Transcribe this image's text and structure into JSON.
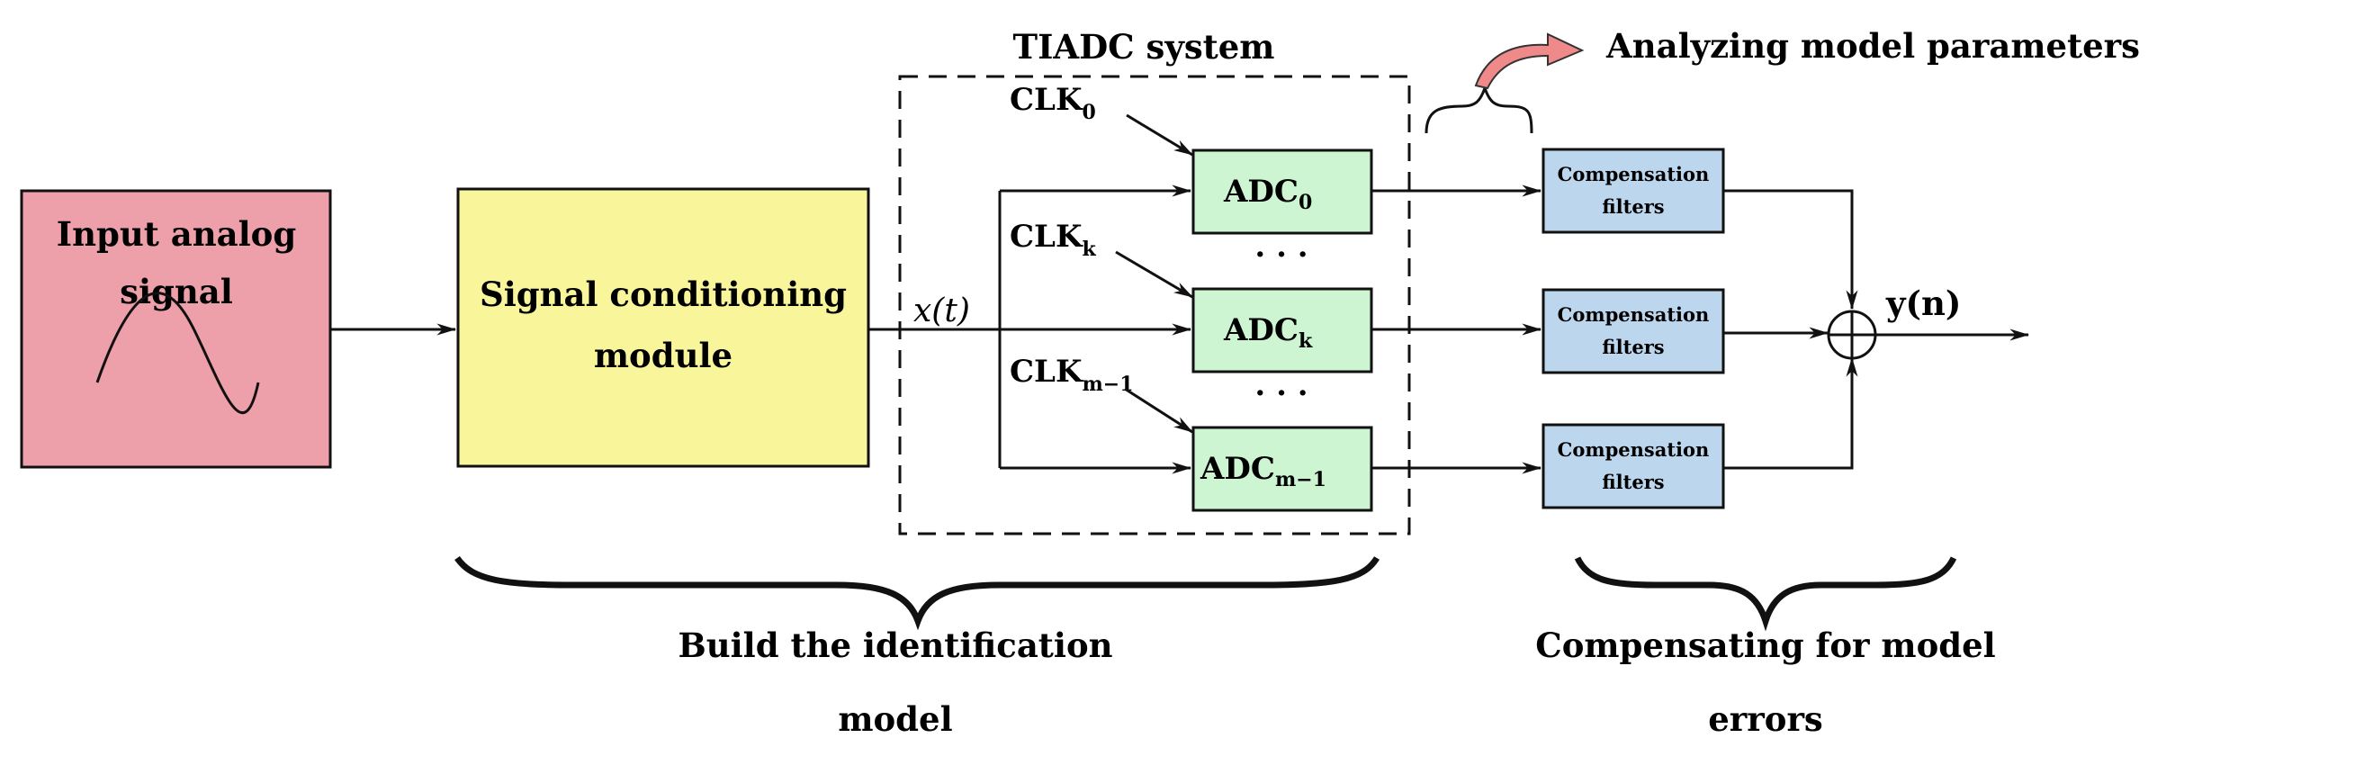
{
  "blocks": {
    "input": {
      "line1": "Input analog",
      "line2": "signal",
      "color": "#eda0aa"
    },
    "conditioning": {
      "line1": "Signal conditioning",
      "line2": "module",
      "color": "#f9f59b"
    },
    "tiadc_title": "TIADC system",
    "adc_color": "#cdf5d2",
    "filter_color": "#bcd6ee"
  },
  "signal": {
    "xt": "x(t)",
    "yn": "y(n)"
  },
  "adcs": [
    {
      "base": "ADC",
      "sub": "0"
    },
    {
      "base": "ADC",
      "sub": "k"
    },
    {
      "base": "ADC",
      "sub": "m−1"
    }
  ],
  "clocks": [
    {
      "base": "CLK",
      "sub": "0"
    },
    {
      "base": "CLK",
      "sub": "k"
    },
    {
      "base": "CLK",
      "sub": "m−1"
    }
  ],
  "filters": [
    {
      "line1": "Compensation",
      "line2": "filters"
    },
    {
      "line1": "Compensation",
      "line2": "filters"
    },
    {
      "line1": "Compensation",
      "line2": "filters"
    }
  ],
  "ellipsis": "· · ·",
  "annotations": {
    "analyzing": "Analyzing model parameters",
    "build_line1": "Build the identification",
    "build_line2": "model",
    "compensating_line1": "Compensating for model",
    "compensating_line2": "errors"
  }
}
